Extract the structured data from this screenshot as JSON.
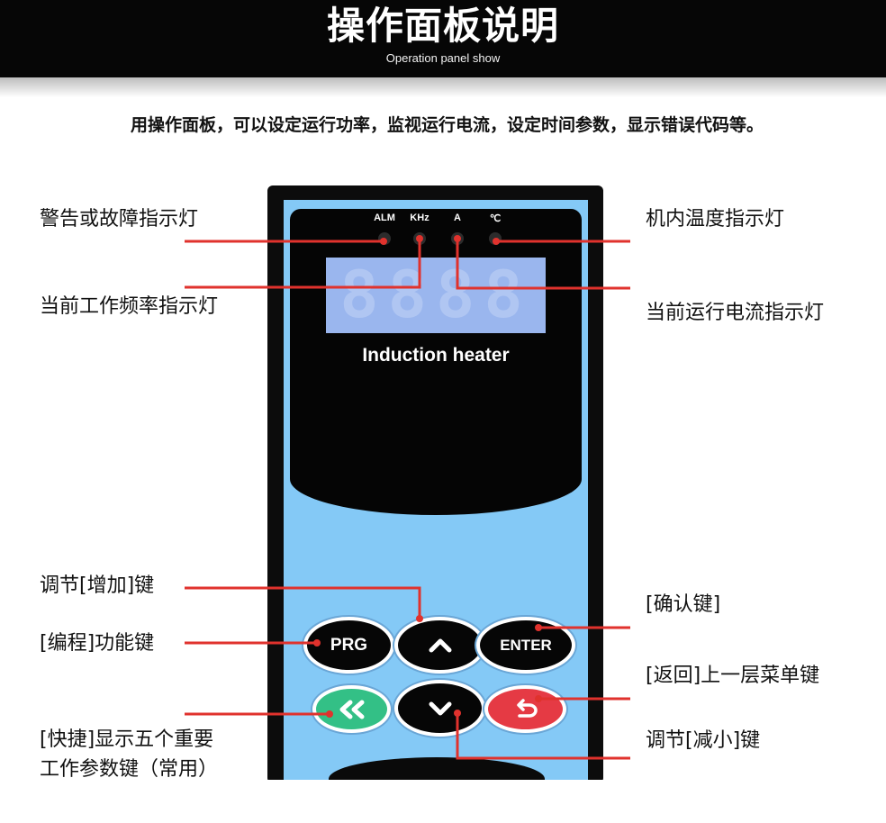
{
  "header": {
    "title": "操作面板说明",
    "subtitle": "Operation panel show"
  },
  "intro_text": "用操作面板，可以设定运行功率，监视运行电流，设定时间参数，显示错误代码等。",
  "device": {
    "indicators": [
      "ALM",
      "KHz",
      "A",
      "℃"
    ],
    "display_digits": "8888",
    "model_text": "Induction heater",
    "keys": {
      "prg": "PRG",
      "up": "up-chevron",
      "enter": "ENTER",
      "shift": "double-left-chevron",
      "down": "down-chevron",
      "back": "return-arrow"
    },
    "colors": {
      "panel": "#84c9f6",
      "frame": "#0c0c0c",
      "green_key": "#33c086",
      "red_key": "#e53a44",
      "leader_line": "#e0322d"
    }
  },
  "labels": {
    "alarm": "警告或故障指示灯",
    "frequency": "当前工作频率指示灯",
    "temperature": "机内温度指示灯",
    "current": "当前运行电流指示灯",
    "up": "调节[增加]键",
    "prg": "[编程]功能键",
    "enter": "[确认键]",
    "back": "[返回]上一层菜单键",
    "shift_line1": "[快捷]显示五个重要",
    "shift_line2": "工作参数键（常用）",
    "down": "调节[减小]键"
  }
}
